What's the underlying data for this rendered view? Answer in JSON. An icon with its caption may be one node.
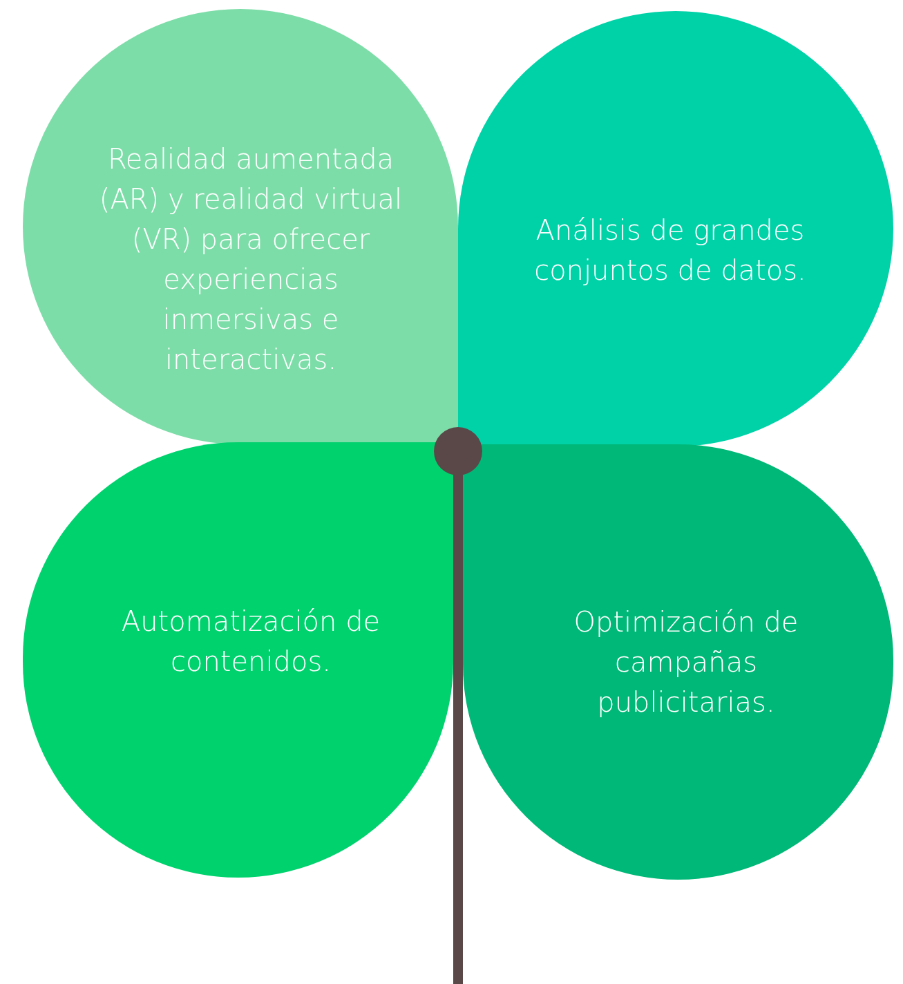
{
  "diagram": {
    "nodes": [
      {
        "text": [
          "Realidad aumentada (AR) y realidad virtual (VR) para ofrecer experiencias inmersivas e interactivas."
        ]
      },
      {
        "text": [
          "Análisis de grandes conjuntos de datos."
        ]
      },
      {
        "text": [
          "Automatización de contenidos."
        ]
      },
      {
        "text": [
          "Optimización de campañas publicitarias."
        ]
      }
    ]
  }
}
